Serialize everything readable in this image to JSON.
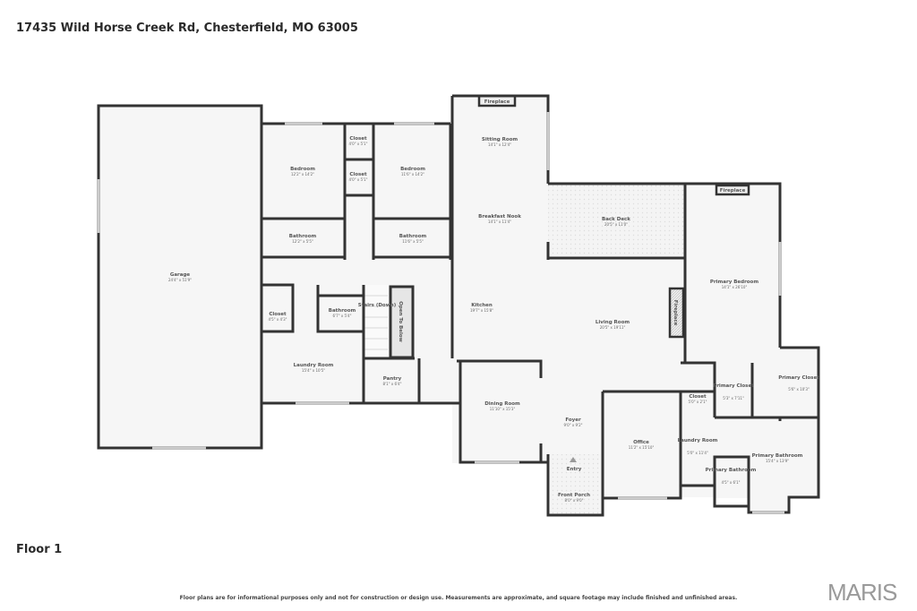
{
  "header": {
    "address": "17435 Wild Horse Creek Rd, Chesterfield, MO 63005"
  },
  "floor_label": "Floor 1",
  "disclaimer": "Floor plans are for informational purposes only and not for construction or design use. Measurements are approximate, and square footage may include finished and unfinished areas.",
  "logo": "MARIS",
  "rooms": [
    {
      "name": "Garage",
      "dims": "24'4\" x 51'9\""
    },
    {
      "name": "Bedroom",
      "dims": "12'2\" x 14'2\""
    },
    {
      "name": "Closet",
      "dims": "4'0\" x 5'1\""
    },
    {
      "name": "Closet",
      "dims": "4'0\" x 5'1\""
    },
    {
      "name": "Bedroom",
      "dims": "11'6\" x 14'2\""
    },
    {
      "name": "Bathroom",
      "dims": "12'2\" x 5'5\""
    },
    {
      "name": "Bathroom",
      "dims": "11'6\" x 5'5\""
    },
    {
      "name": "Sitting Room",
      "dims": "14'1\" x 12'4\""
    },
    {
      "name": "Breakfast Nook",
      "dims": "14'1\" x 11'4\""
    },
    {
      "name": "Back Deck",
      "dims": "20'5\" x 11'0\""
    },
    {
      "name": "Primary Bedroom",
      "dims": "14'1\" x 26'10\""
    },
    {
      "name": "Closet",
      "dims": "4'5\" x 4'3\""
    },
    {
      "name": "Bathroom",
      "dims": "6'7\" x 5'4\""
    },
    {
      "name": "Stairs (Down)",
      "dims": ""
    },
    {
      "name": "Kitchen",
      "dims": "19'7\" x 15'8\""
    },
    {
      "name": "Living Room",
      "dims": "20'5\" x 19'11\""
    },
    {
      "name": "Laundry Room",
      "dims": "15'4\" x 10'5\""
    },
    {
      "name": "Pantry",
      "dims": "8'1\" x 6'4\""
    },
    {
      "name": "Dining Room",
      "dims": "11'10\" x 15'3\""
    },
    {
      "name": "Foyer",
      "dims": "9'0\" x 9'2\""
    },
    {
      "name": "Office",
      "dims": "11'2\" x 15'10\""
    },
    {
      "name": "Closet",
      "dims": "5'0\" x 2'1\""
    },
    {
      "name": "Primary Closet",
      "dims": "5'3\" x 7'11\""
    },
    {
      "name": "Primary Closet",
      "dims": "5'6\" x 10'3\""
    },
    {
      "name": "Laundry Room",
      "dims": "5'0\" x 11'4\""
    },
    {
      "name": "Primary Bathroom",
      "dims": "15'4\" x 13'9\""
    },
    {
      "name": "Primary Bathroom",
      "dims": "4'5\" x 6'1\""
    },
    {
      "name": "Entry",
      "dims": ""
    },
    {
      "name": "Front Porch",
      "dims": "8'0\" x 9'0\""
    }
  ],
  "labels": {
    "fireplace": "Fireplace",
    "open_to_below": "Open To Below"
  }
}
